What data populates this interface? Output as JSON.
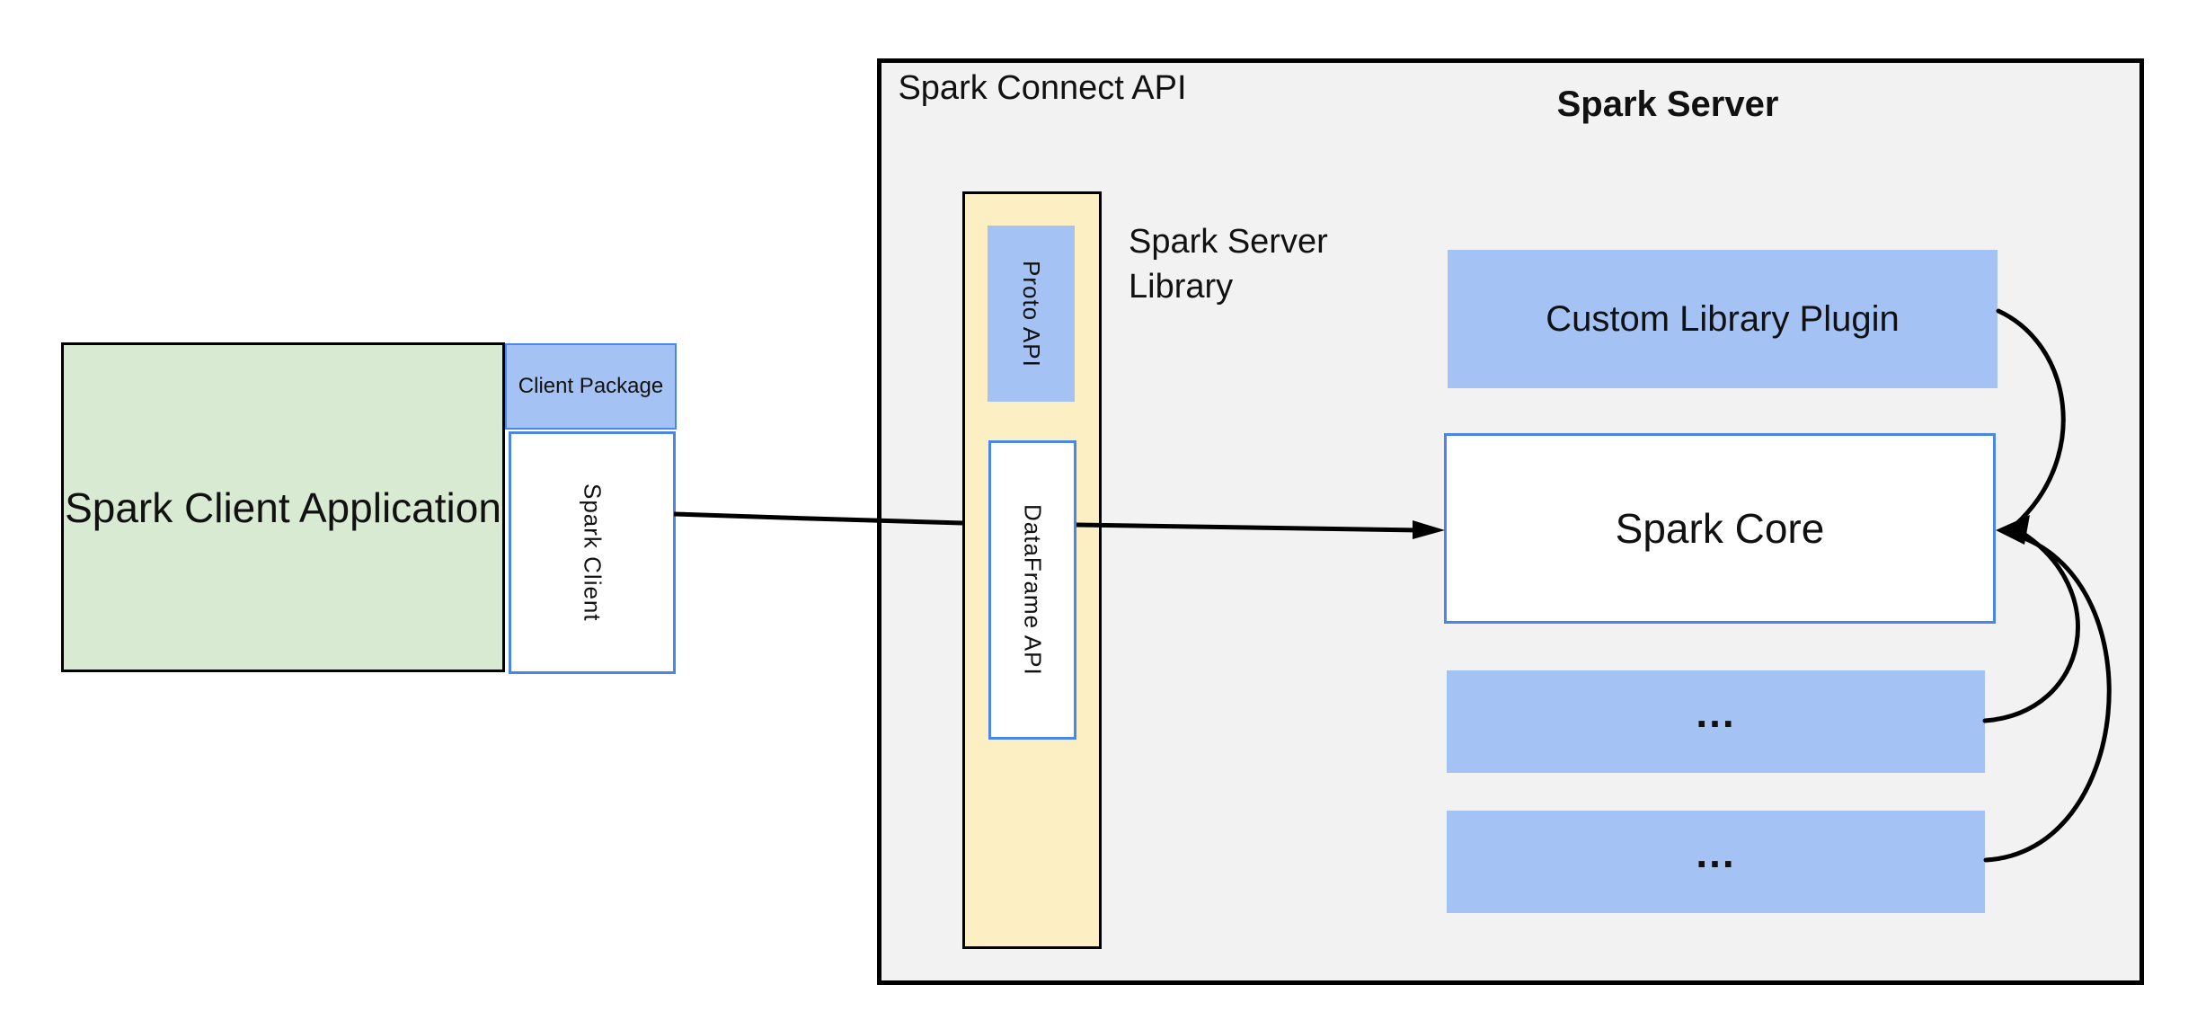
{
  "diagram": {
    "region_labels": {
      "spark_connect_api": "Spark Connect API",
      "spark_server": "Spark Server",
      "spark_server_library": "Spark Server Library"
    },
    "nodes": {
      "client_app": "Spark Client Application",
      "client_package": "Client Package",
      "spark_client": "Spark Client",
      "proto_api": "Proto API",
      "dataframe_api": "DataFrame API",
      "custom_library_plugin": "Custom Library Plugin",
      "spark_core": "Spark Core",
      "plugin_slot_1": "...",
      "plugin_slot_2": "..."
    },
    "colors": {
      "green_fill": "#d9ead3",
      "blue_fill": "#a4c2f4",
      "yellow_fill": "#fcefc4",
      "gray_fill": "#f2f2f2",
      "blue_border": "#4a86e8",
      "outline_black": "#000000",
      "background": "#ffffff"
    }
  }
}
